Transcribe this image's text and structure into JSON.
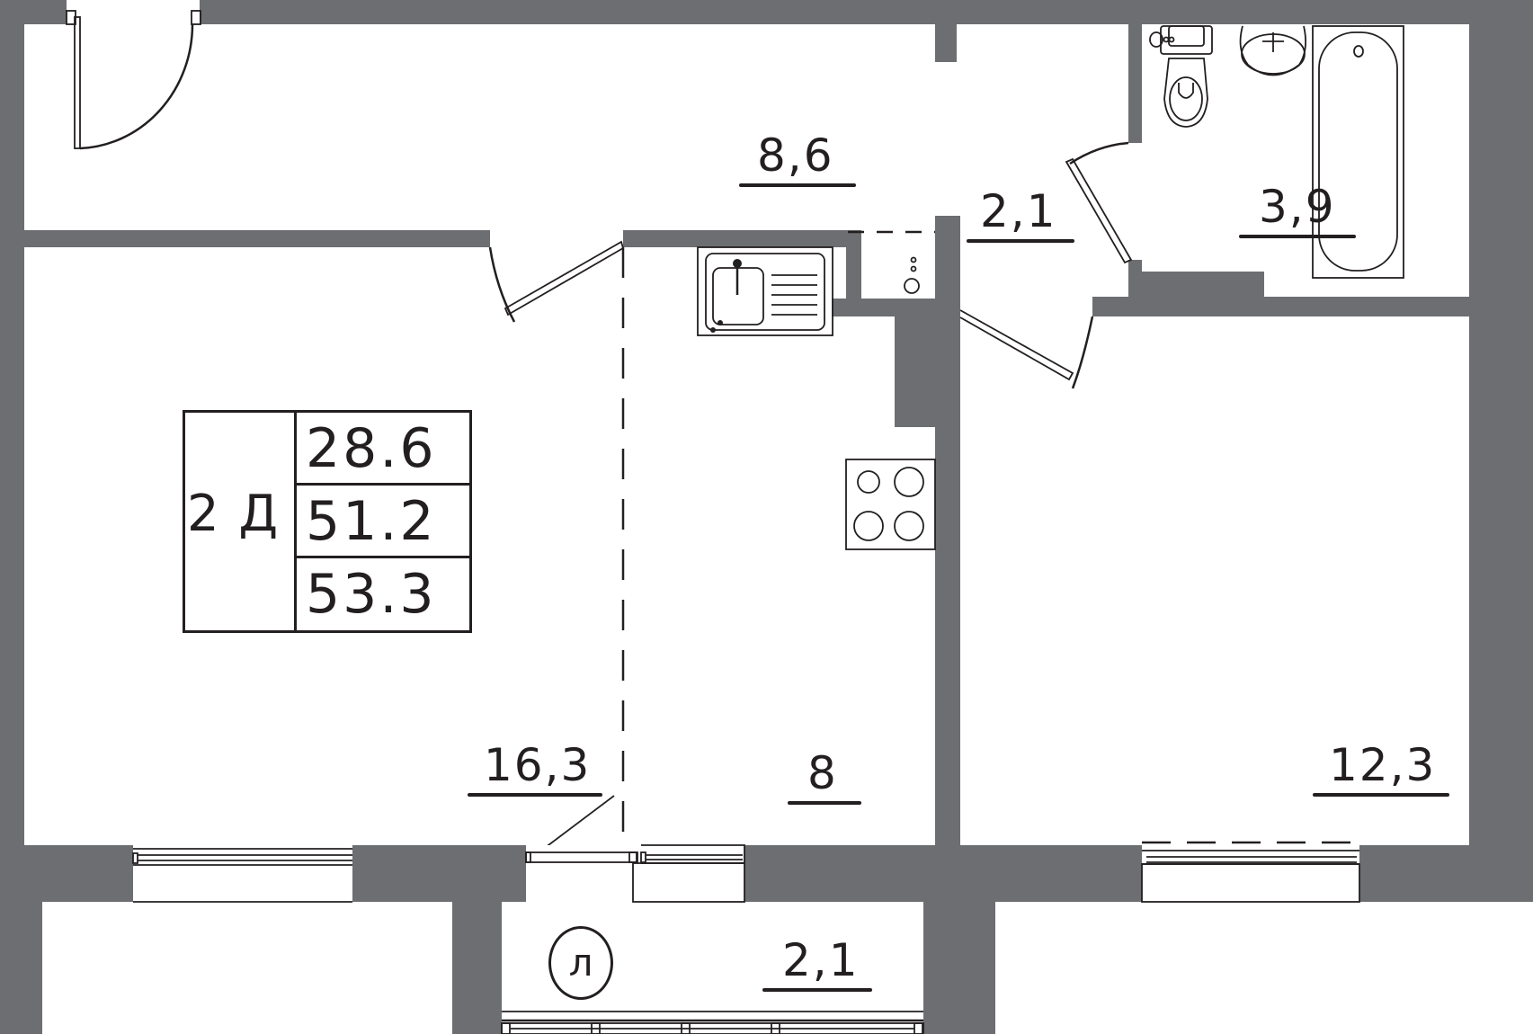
{
  "plan": {
    "apartment_type": "2 Д",
    "areas": {
      "living_area": "28.6",
      "total_area": "51.2",
      "total_area_with_loggia": "53.3"
    },
    "rooms": [
      {
        "id": "hallway",
        "area": "8,6"
      },
      {
        "id": "corridor",
        "area": "2,1"
      },
      {
        "id": "bathroom",
        "area": "3,9"
      },
      {
        "id": "living-room",
        "area": "16,3"
      },
      {
        "id": "kitchen",
        "area": "8"
      },
      {
        "id": "bedroom",
        "area": "12,3"
      },
      {
        "id": "loggia",
        "area": "2,1"
      }
    ],
    "loggia_marker": "л",
    "colors": {
      "wall": "#6d6e71",
      "line": "#231f20",
      "background": "#ffffff"
    }
  }
}
